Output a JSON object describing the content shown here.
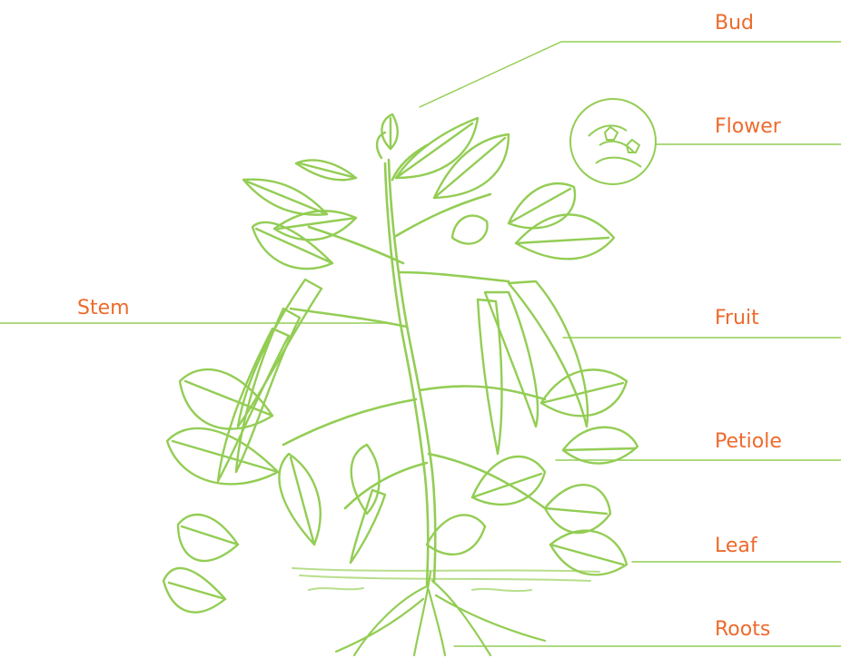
{
  "colors": {
    "label": "#ee6a2c",
    "plant": "#93cd54",
    "soil": "#b8de8c"
  },
  "labels": {
    "bud": "Bud",
    "flower": "Flower",
    "stem": "Stem",
    "fruit": "Fruit",
    "petiole": "Petiole",
    "leaf": "Leaf",
    "roots": "Roots"
  }
}
